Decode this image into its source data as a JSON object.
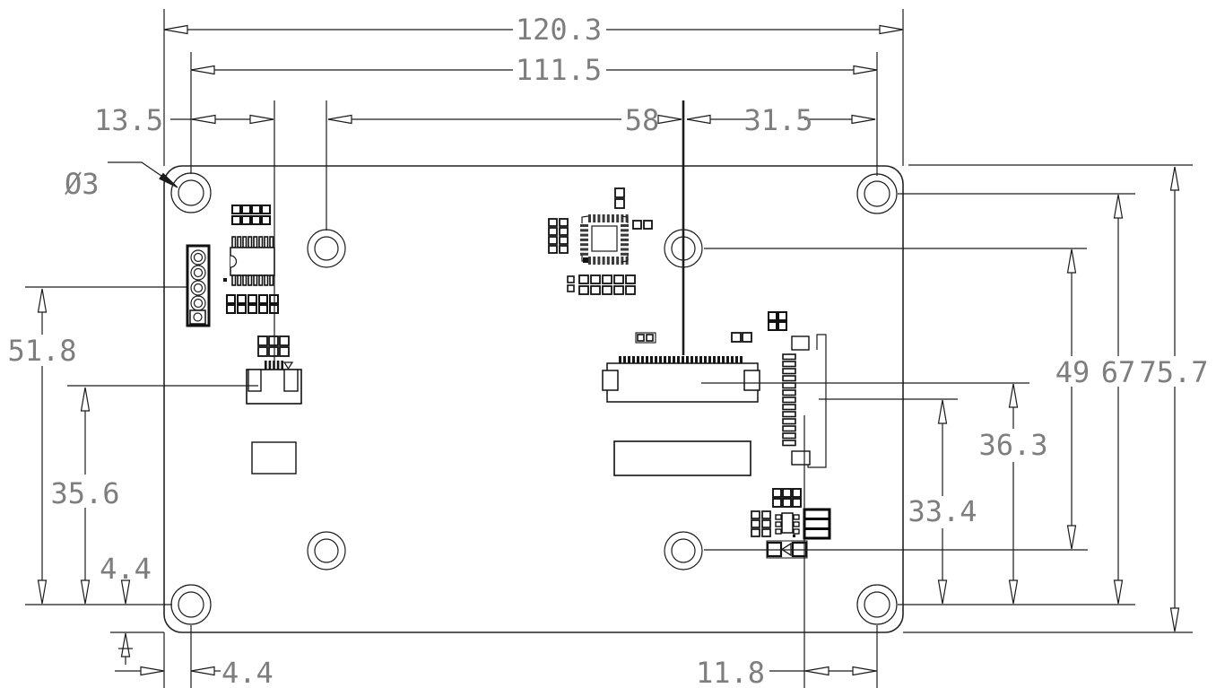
{
  "dims": {
    "w_overall": "120.3",
    "w_holes": "111.5",
    "w_left": "13.5",
    "w_mid": "58",
    "w_right": "31.5",
    "hole_dia": "Ø3",
    "h_left_a": "51.8",
    "h_left_b": "35.6",
    "h_left_edge": "4.4",
    "b_left": "4.4",
    "b_right": "11.8",
    "h_right_a": "49",
    "h_right_b": "67",
    "h_right_c": "75.7",
    "h_right_d": "36.3",
    "h_right_e": "33.4"
  }
}
